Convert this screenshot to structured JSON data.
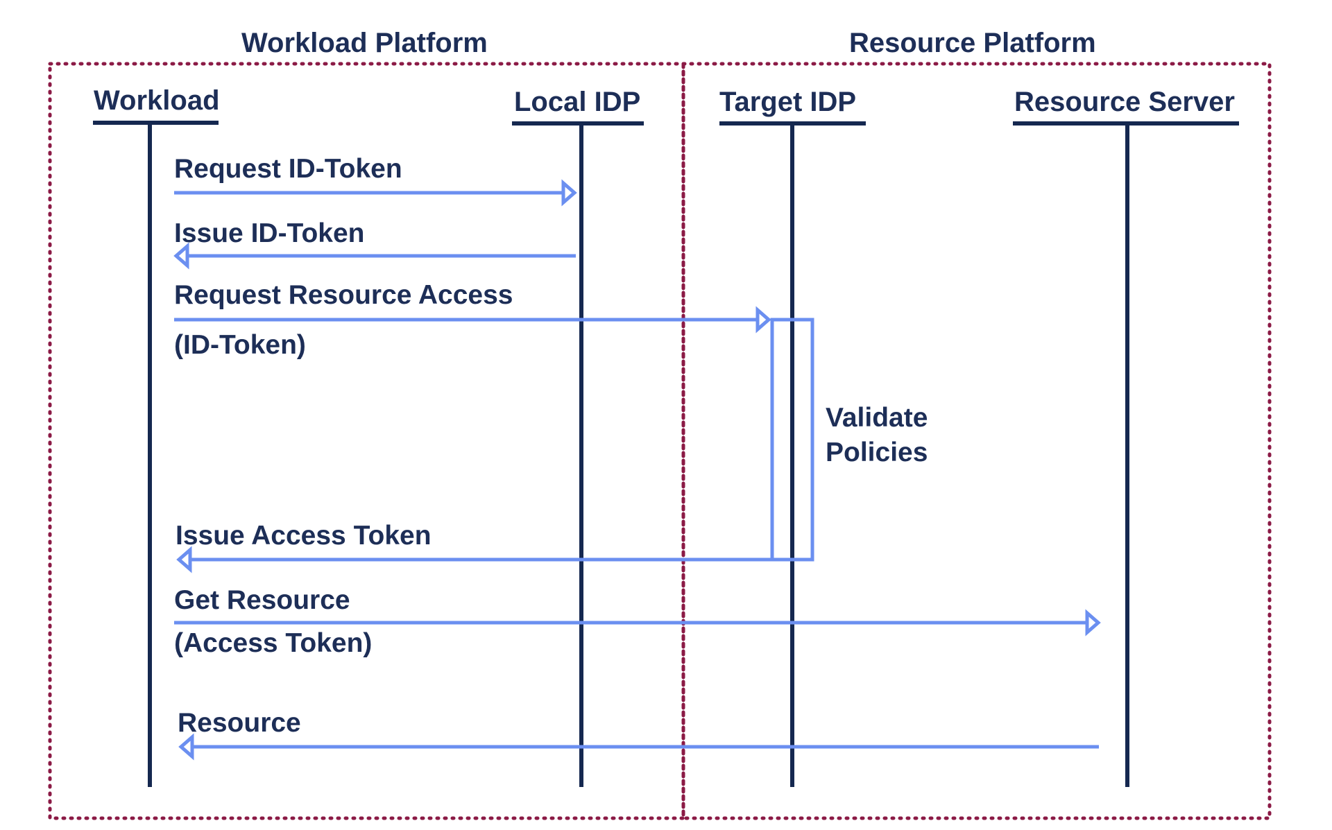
{
  "platforms": {
    "workload": "Workload Platform",
    "resource": "Resource Platform"
  },
  "participants": {
    "workload": "Workload",
    "local_idp": "Local IDP",
    "target_idp": "Target IDP",
    "resource_server": "Resource Server"
  },
  "messages": {
    "request_id_token": "Request ID-Token",
    "issue_id_token": "Issue ID-Token",
    "request_resource_access": "Request Resource Access",
    "request_resource_access_arg": "(ID-Token)",
    "validate_line1": "Validate",
    "validate_line2": "Policies",
    "issue_access_token": "Issue Access Token",
    "get_resource": "Get Resource",
    "get_resource_arg": "(Access Token)",
    "resource": "Resource"
  },
  "colors": {
    "lifeline": "#152850",
    "text": "#1d2e57",
    "message_arrow": "#6b8ff0",
    "platform_boundary": "#8b1a45"
  }
}
